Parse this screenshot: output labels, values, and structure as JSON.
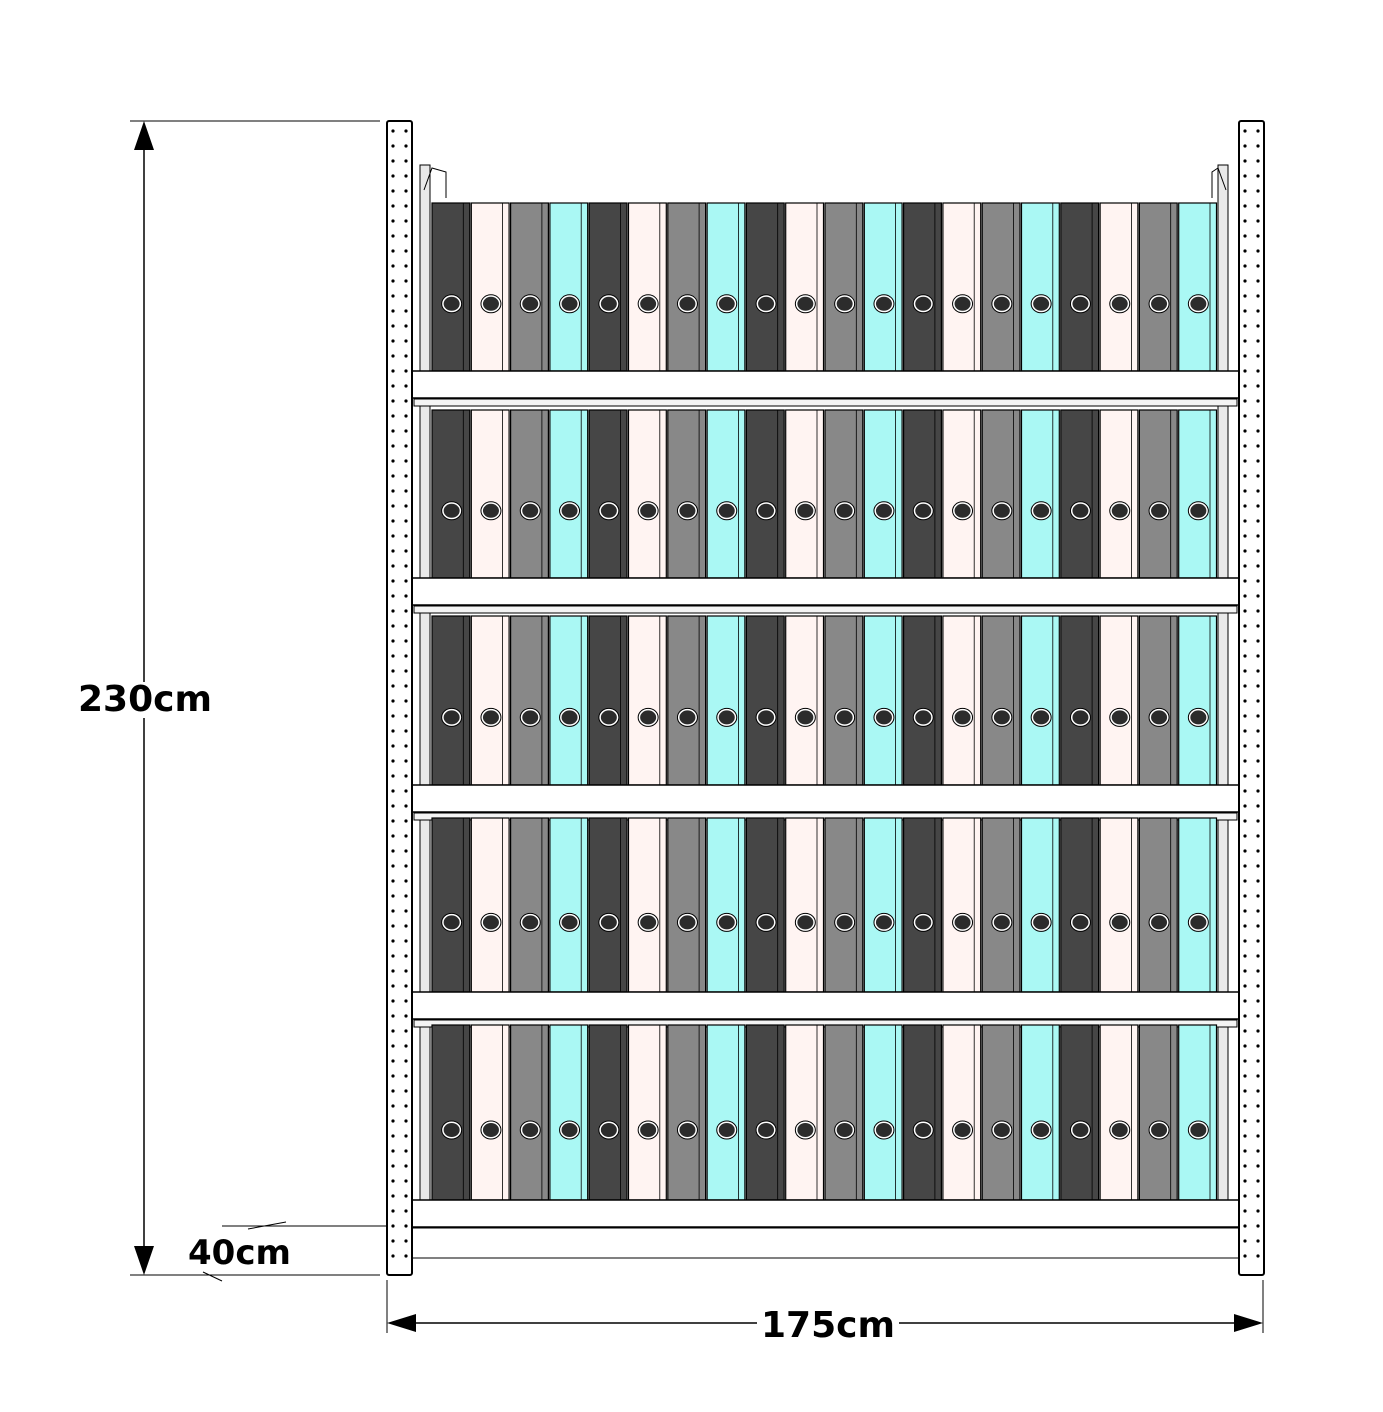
{
  "dimensions": {
    "height_label": "230cm",
    "depth_label": "40cm",
    "width_label": "175cm"
  },
  "shelving": {
    "shelf_levels": 5,
    "binders_per_shelf": 20,
    "binder_color_cycle": [
      "#464646",
      "#fff4f2",
      "#888888",
      "#aaf8f4",
      "#464646",
      "#fff4f2",
      "#888888",
      "#aaf8f4",
      "#464646",
      "#fff4f2",
      "#888888",
      "#aaf8f4",
      "#464646",
      "#fff4f2",
      "#888888",
      "#aaf8f4",
      "#464646",
      "#fff4f2",
      "#888888",
      "#aaf8f4"
    ],
    "frame_color": "#ffffff",
    "outline_color": "#000000"
  }
}
